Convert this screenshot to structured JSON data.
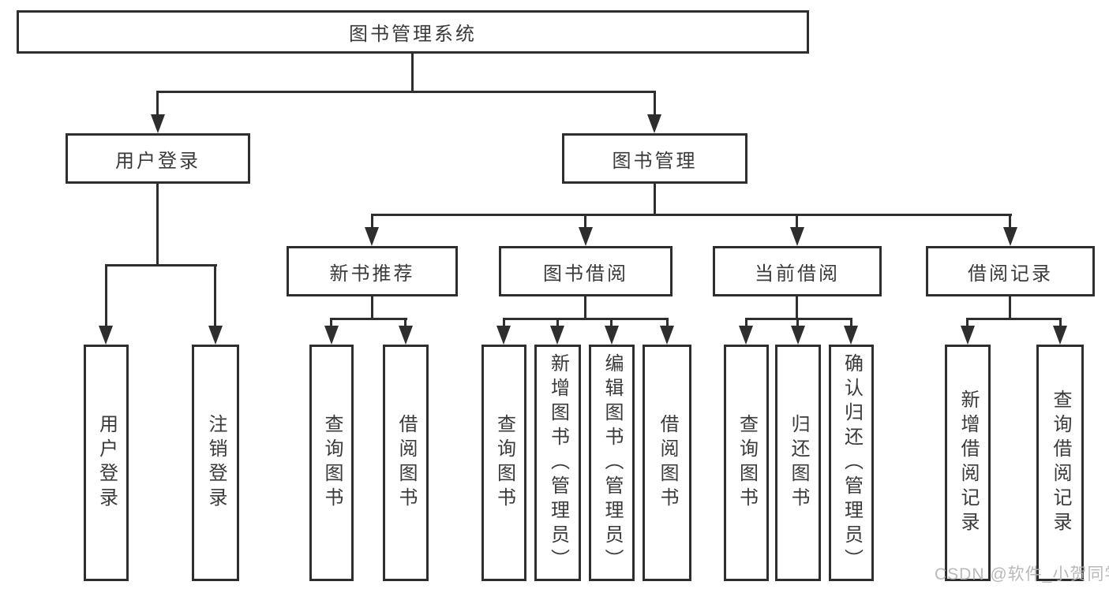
{
  "diagram": {
    "root": "图书管理系统",
    "level2": [
      "用户登录",
      "图书管理"
    ],
    "level3": [
      "新书推荐",
      "图书借阅",
      "当前借阅",
      "借阅记录"
    ],
    "leaves": {
      "user_login": [
        "用户登录",
        "注销登录"
      ],
      "new_book_recommend": [
        "查询图书",
        "借阅图书"
      ],
      "book_borrow": [
        "查询图书",
        "新增图书（管理员）",
        "编辑图书（管理员）",
        "借阅图书"
      ],
      "current_borrow": [
        "查询图书",
        "归还图书",
        "确认归还（管理员）"
      ],
      "borrow_records": [
        "新增借阅记录",
        "查询借阅记录"
      ]
    },
    "watermark": "CSDN @软件_小贺同学",
    "colors": {
      "line": "#2e2e2e",
      "text": "#3a3a3a",
      "watermark": "#b4b4b4",
      "background": "#ffffff"
    }
  }
}
